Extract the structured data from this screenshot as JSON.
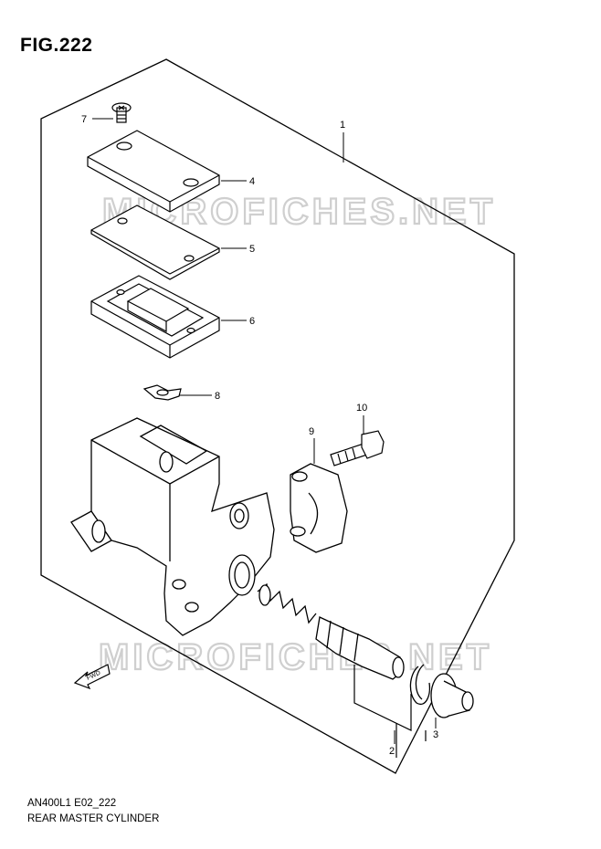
{
  "figure": {
    "label": "FIG.222"
  },
  "footer": {
    "model_code": "AN400L1 E02_222",
    "part_title": "REAR MASTER CYLINDER"
  },
  "watermark": {
    "text": "MICROFICHES.NET"
  },
  "fwd_arrow": {
    "text": "FWD"
  },
  "callouts": [
    "1",
    "2",
    "3",
    "4",
    "5",
    "6",
    "7",
    "8",
    "9",
    "10"
  ]
}
